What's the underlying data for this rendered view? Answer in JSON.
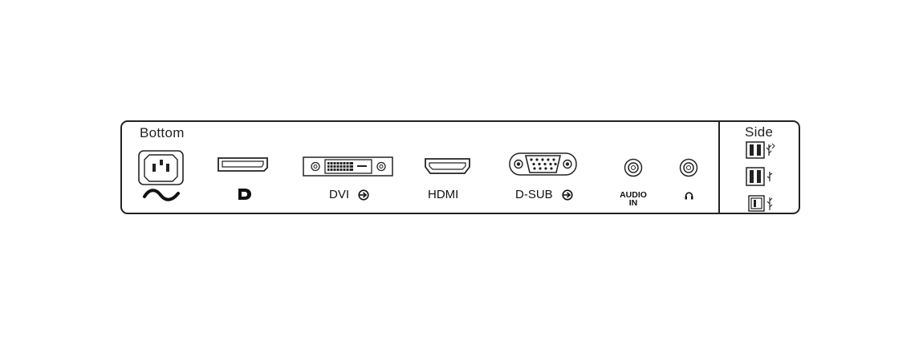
{
  "panel": {
    "bottom_label": "Bottom",
    "side_label": "Side"
  },
  "ports": {
    "power": {
      "icon": "power-ac-inlet-icon"
    },
    "displayport": {
      "icon": "displayport-icon"
    },
    "dvi": {
      "label": "DVI"
    },
    "hdmi": {
      "label": "HDMI"
    },
    "dsub": {
      "label": "D-SUB"
    },
    "audio_in": {
      "label_line1": "AUDIO",
      "label_line2": "IN"
    },
    "headphone": {
      "icon": "headphone-icon"
    },
    "usb_side": [
      {
        "icon": "usb-port-icon"
      },
      {
        "icon": "usb-port-icon"
      },
      {
        "icon": "usb-c-port-icon"
      }
    ]
  },
  "colors": {
    "line": "#222222",
    "background": "#ffffff"
  }
}
